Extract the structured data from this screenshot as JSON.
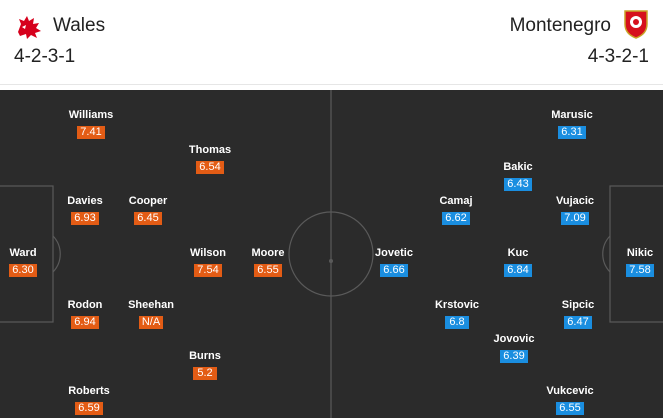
{
  "home": {
    "name": "Wales",
    "formation": "4-2-3-1",
    "players": [
      {
        "name": "Ward",
        "rating": "6.30"
      },
      {
        "name": "Williams",
        "rating": "7.41"
      },
      {
        "name": "Davies",
        "rating": "6.93"
      },
      {
        "name": "Rodon",
        "rating": "6.94"
      },
      {
        "name": "Roberts",
        "rating": "6.59"
      },
      {
        "name": "Cooper",
        "rating": "6.45"
      },
      {
        "name": "Sheehan",
        "rating": "N/A"
      },
      {
        "name": "Thomas",
        "rating": "6.54"
      },
      {
        "name": "Wilson",
        "rating": "7.54"
      },
      {
        "name": "Burns",
        "rating": "5.2"
      },
      {
        "name": "Moore",
        "rating": "6.55"
      }
    ]
  },
  "away": {
    "name": "Montenegro",
    "formation": "4-3-2-1",
    "players": [
      {
        "name": "Nikic",
        "rating": "7.58"
      },
      {
        "name": "Marusic",
        "rating": "6.31"
      },
      {
        "name": "Vujacic",
        "rating": "7.09"
      },
      {
        "name": "Sipcic",
        "rating": "6.47"
      },
      {
        "name": "Vukcevic",
        "rating": "6.55"
      },
      {
        "name": "Bakic",
        "rating": "6.43"
      },
      {
        "name": "Kuc",
        "rating": "6.84"
      },
      {
        "name": "Jovovic",
        "rating": "6.39"
      },
      {
        "name": "Camaj",
        "rating": "6.62"
      },
      {
        "name": "Krstovic",
        "rating": "6.8"
      },
      {
        "name": "Jovetic",
        "rating": "6.66"
      }
    ]
  },
  "colors": {
    "home_rating": "#e35c15",
    "away_rating": "#1a8ee0",
    "pitch": "#2b2b2b",
    "lines": "#5a5a5a"
  },
  "icons": {
    "home_crest": "dragon-crest-icon",
    "away_crest": "shield-crest-icon"
  }
}
